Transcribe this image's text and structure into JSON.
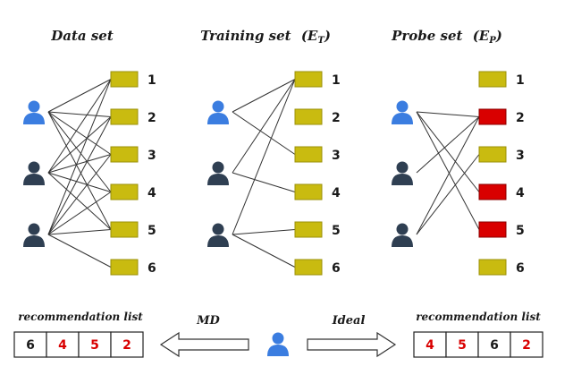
{
  "panels": [
    {
      "title_main": "Data set",
      "title_sym": "",
      "title_sub": "",
      "title_close": "",
      "items": [
        "1",
        "2",
        "3",
        "4",
        "5",
        "6"
      ],
      "highlighted_items": [],
      "edges": [
        [
          0,
          0
        ],
        [
          0,
          1
        ],
        [
          0,
          2
        ],
        [
          0,
          3
        ],
        [
          0,
          4
        ],
        [
          1,
          0
        ],
        [
          1,
          1
        ],
        [
          1,
          2
        ],
        [
          1,
          3
        ],
        [
          1,
          4
        ],
        [
          2,
          0
        ],
        [
          2,
          1
        ],
        [
          2,
          2
        ],
        [
          2,
          3
        ],
        [
          2,
          4
        ],
        [
          2,
          5
        ]
      ]
    },
    {
      "title_main": "Training set",
      "title_sym": "(E",
      "title_sub": "T",
      "title_close": ")",
      "items": [
        "1",
        "2",
        "3",
        "4",
        "5",
        "6"
      ],
      "highlighted_items": [],
      "edges": [
        [
          0,
          0
        ],
        [
          0,
          2
        ],
        [
          1,
          0
        ],
        [
          1,
          3
        ],
        [
          2,
          0
        ],
        [
          2,
          4
        ],
        [
          2,
          5
        ]
      ]
    },
    {
      "title_main": "Probe set",
      "title_sym": "(E",
      "title_sub": "P",
      "title_close": ")",
      "items": [
        "1",
        "2",
        "3",
        "4",
        "5",
        "6"
      ],
      "highlighted_items": [
        "2",
        "4",
        "5"
      ],
      "edges": [
        [
          0,
          1
        ],
        [
          0,
          3
        ],
        [
          0,
          4
        ],
        [
          1,
          1
        ],
        [
          2,
          2
        ],
        [
          2,
          1
        ]
      ]
    }
  ],
  "users": [
    {
      "icon": "user-icon",
      "color": "#3b7de0"
    },
    {
      "icon": "user-icon",
      "color": "#2f3f52"
    },
    {
      "icon": "user-icon",
      "color": "#2f3f52"
    }
  ],
  "colors": {
    "item_box": "#c9bb10",
    "item_box_highlight": "#d90000",
    "target_user": "#3b7de0",
    "other_user": "#2f3f52"
  },
  "bottom": {
    "left_list": {
      "label": "recommendation  list",
      "items": [
        {
          "text": "6",
          "color": "#1a1a1a"
        },
        {
          "text": "4",
          "color": "#d90000"
        },
        {
          "text": "5",
          "color": "#d90000"
        },
        {
          "text": "2",
          "color": "#d90000"
        }
      ]
    },
    "right_list": {
      "label": "recommendation  list",
      "items": [
        {
          "text": "4",
          "color": "#d90000"
        },
        {
          "text": "5",
          "color": "#d90000"
        },
        {
          "text": "6",
          "color": "#1a1a1a"
        },
        {
          "text": "2",
          "color": "#d90000"
        }
      ]
    },
    "left_arrow_label": "MD",
    "right_arrow_label": "Ideal",
    "center_user": {
      "icon": "user-icon",
      "color": "#3b7de0"
    }
  }
}
